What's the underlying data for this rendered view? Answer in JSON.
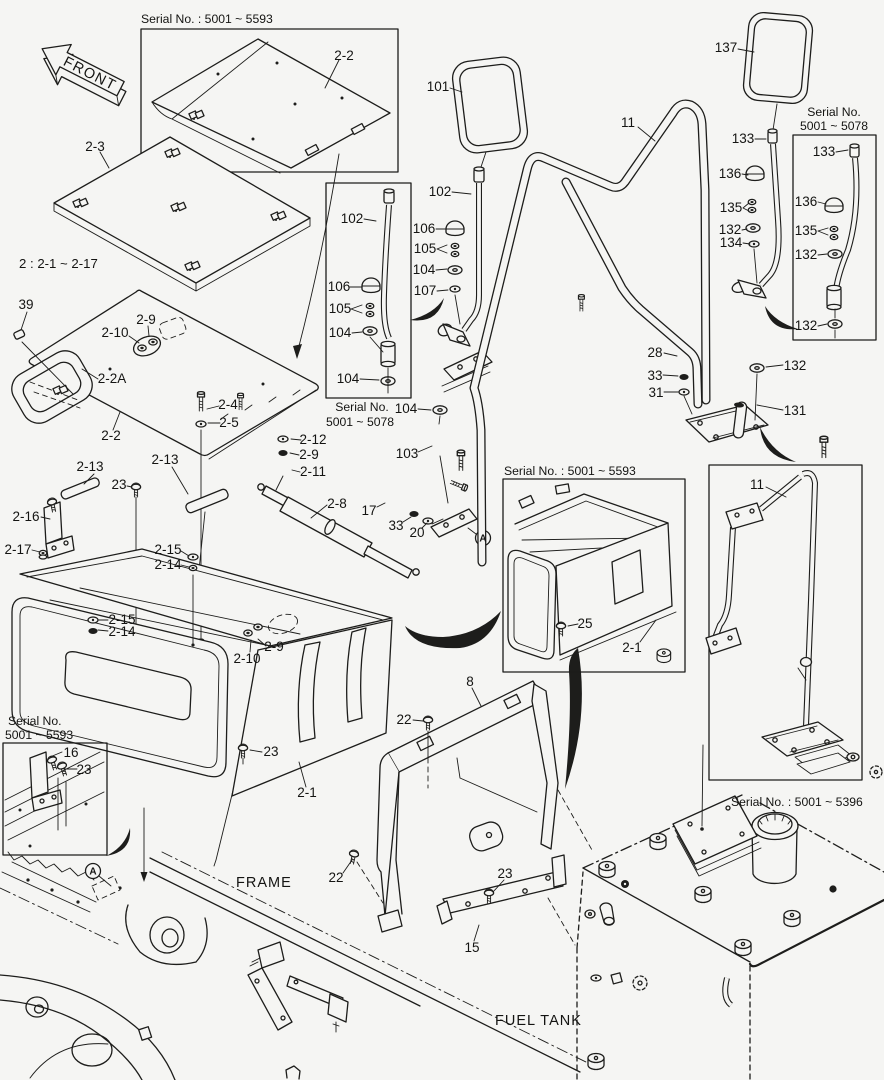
{
  "colors": {
    "paper": "#f5f5f3",
    "ink": "#1d1d1b"
  },
  "front_arrow": {
    "label": "FRONT"
  },
  "note_range": "2 : 2-1 ~ 2-17",
  "captions": {
    "top_cover_box": "Serial No. : 5001 ~ 5593",
    "stay_inset_line1": "Serial No.",
    "stay_inset_line2": "5001 ~ 5078",
    "mirror_box_line1": "Serial No.",
    "mirror_box_line2": "5001 ~ 5078",
    "toolbox_box": "Serial No. : 5001 ~ 5593",
    "bracket_box_line1": "Serial No.",
    "bracket_box_line2": "5001 ~ 5593",
    "handrail_box": "Serial No. : 5001 ~ 5396",
    "frame_label": "FRAME",
    "fuel_tank_label": "FUEL TANK",
    "view_marker": "A"
  },
  "callouts": {
    "cover_roof": "2-2",
    "cover_front": "2-3",
    "plug": "39",
    "grommet_top": "2-10",
    "seal_top": "2-9",
    "handle": "2-2A",
    "cover_main": "2-2",
    "bolt_cover": "2-4",
    "washer_cover": "2-5",
    "washer_spring": "2-12",
    "nut_spring": "2-9",
    "bolt_spring": "2-11",
    "strip_left": "2-13",
    "screw_strip": "23",
    "strip_right": "2-13",
    "bracket_latch": "2-16",
    "nut_latch": "2-17",
    "washer_left": "2-15",
    "nut_left": "2-14",
    "gas_spring": "2-8",
    "washer_box2": "2-15",
    "nut_box2": "2-14",
    "seal_box": "2-9",
    "grommet_box": "2-10",
    "screw_box": "23",
    "toolbox_main": "2-1",
    "stay_inset": "102",
    "capnut_inset": "106",
    "nut_inset": "105",
    "washer_inset_a": "104",
    "washer_inset_b": "104",
    "mirror_left": "101",
    "stay_left": "102",
    "capnut_left": "106",
    "nut_stay_left": "105",
    "washer_stay_left": "104",
    "washer_small_left": "107",
    "washer_clamp": "104",
    "bolt_clamp": "103",
    "bolt_plate": "17",
    "washer_plate": "33",
    "nut_plate": "20",
    "handrail_main": "11",
    "mirror_right": "137",
    "stay_right": "133",
    "capnut_right": "136",
    "nut_stay_right": "135",
    "washer_stay_right": "132",
    "washer_small_right": "134",
    "bolt_base": "28",
    "washer_base": "33",
    "nut_base": "31",
    "washer_foot": "132",
    "bolt_foot": "131",
    "stay_box": "133",
    "capnut_box": "136",
    "nut_stay_box": "135",
    "washer_box_a": "132",
    "washer_box_b": "132",
    "screw_toolbox2": "25",
    "toolbox2": "2-1",
    "handrail_box_part": "11",
    "guard": "8",
    "screw_guard_top": "22",
    "screw_guard_left": "22",
    "screw_bracket15": "23",
    "bracket15": "15",
    "bracket16": "16",
    "screw_bracket16": "23"
  }
}
